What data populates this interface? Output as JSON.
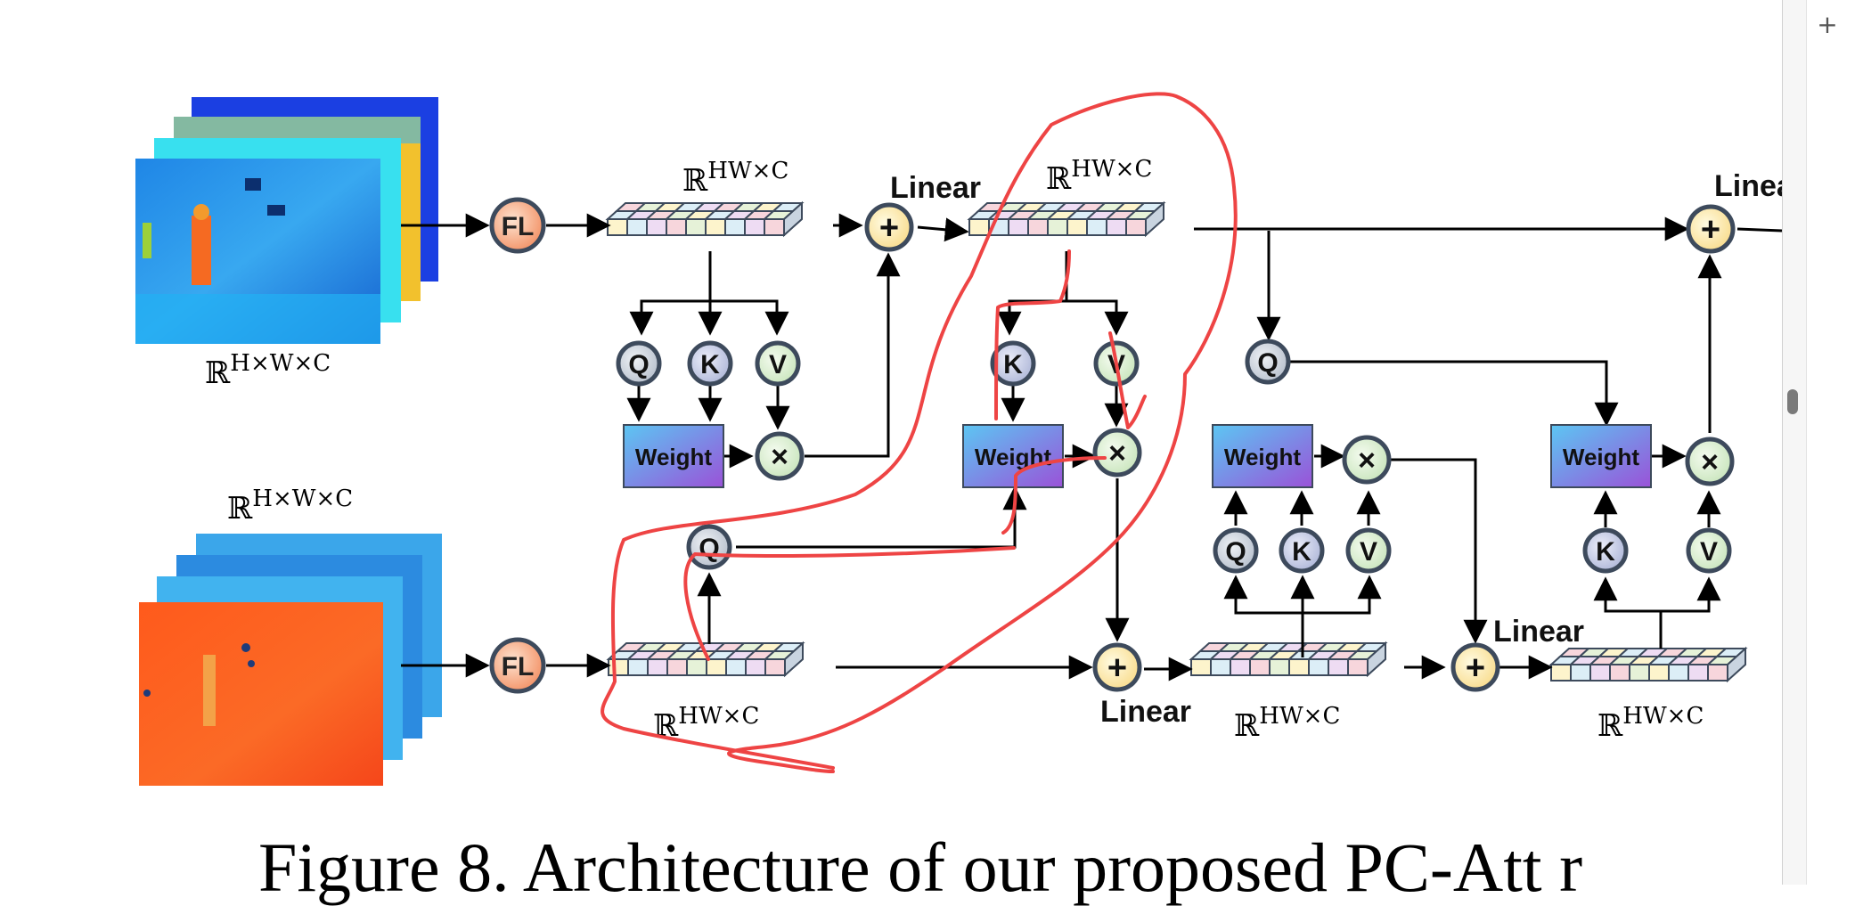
{
  "colors": {
    "arrow": "#000000",
    "node_fill": "#c6cdd8",
    "node_ring": "#3d4a5c",
    "plus_fill": "#fde9a6",
    "times_fill": "#d4ebcc",
    "fl_fill": "#f6a078",
    "weight_grad_a": "#5cc6f3",
    "weight_grad_b": "#9a52d8",
    "annotation": "#ee4444"
  },
  "diagram": {
    "fl_label": "FL",
    "q_label": "Q",
    "k_label": "K",
    "v_label": "V",
    "plus_symbol": "+",
    "times_symbol": "×",
    "weight_label": "Weight",
    "linear_label": "Linear",
    "linear_partial": "Linea",
    "real_symbol": "ℝ",
    "dims_hwc": "HW×C",
    "dims_h_w_c": "H×W×C"
  },
  "caption": {
    "text": "Figure 8. Architecture of our proposed PC-Att r"
  },
  "toolbar": {
    "plus_label": "+"
  }
}
